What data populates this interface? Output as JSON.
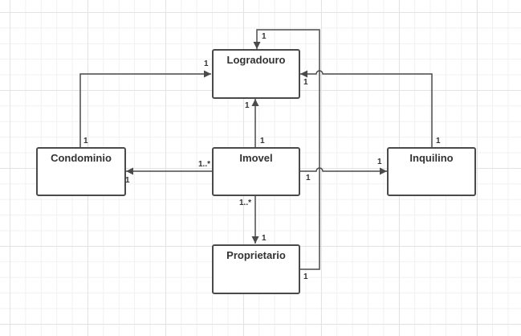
{
  "colors": {
    "line": "#4a4a4a",
    "text": "#333333",
    "grid_major": "#e3e3e3",
    "grid_minor": "#f1f1f1"
  },
  "entities": {
    "logradouro": "Logradouro",
    "condominio": "Condominio",
    "imovel": "Imovel",
    "inquilino": "Inquilino",
    "proprietario": "Proprietario"
  },
  "multiplicities": {
    "logradouro_top": "1",
    "logradouro_left": "1",
    "logradouro_right": "1",
    "logradouro_bottom": "1",
    "condominio_top": "1",
    "condominio_right": "1",
    "imovel_top": "1",
    "imovel_left": "1..*",
    "imovel_right": "1",
    "imovel_bottom": "1..*",
    "inquilino_left": "1",
    "inquilino_top": "1",
    "proprietario_top": "1",
    "proprietario_right": "1"
  }
}
